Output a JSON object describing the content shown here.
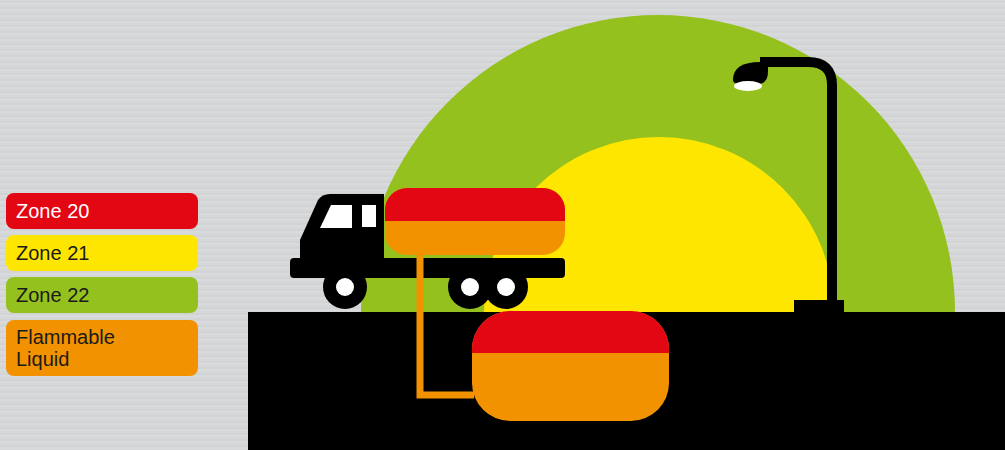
{
  "diagram": {
    "legend": [
      {
        "text": "Zone 20",
        "color": "#e30613"
      },
      {
        "text": "Zone 21",
        "color": "#ffe600"
      },
      {
        "text": "Zone 22",
        "color": "#95c11f"
      },
      {
        "text": "Flammable Liquid",
        "color": "#f39200"
      }
    ]
  }
}
